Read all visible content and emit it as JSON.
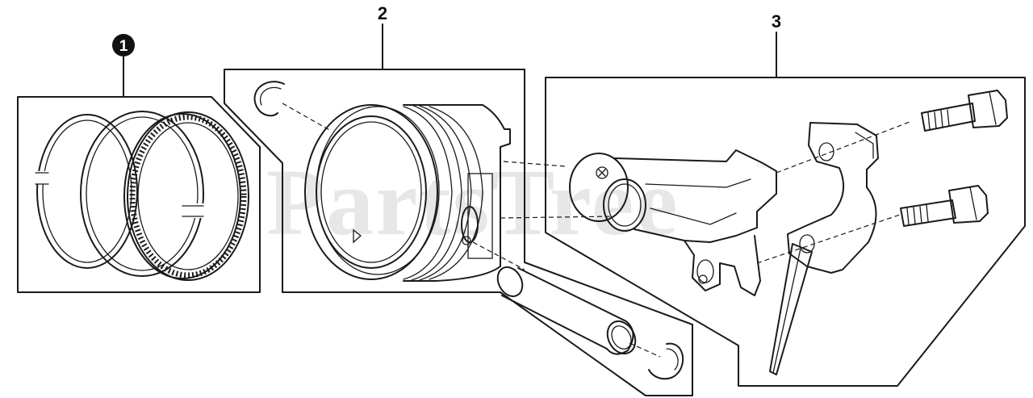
{
  "callouts": [
    {
      "number": "1",
      "style": "filled-circle"
    },
    {
      "number": "2",
      "style": "plain"
    },
    {
      "number": "3",
      "style": "plain"
    }
  ],
  "watermark": {
    "text": "PartsTree",
    "trademark": "™"
  },
  "colors": {
    "line": "#1a1a1a",
    "background": "#ffffff",
    "watermark": "#e8e8e8"
  }
}
